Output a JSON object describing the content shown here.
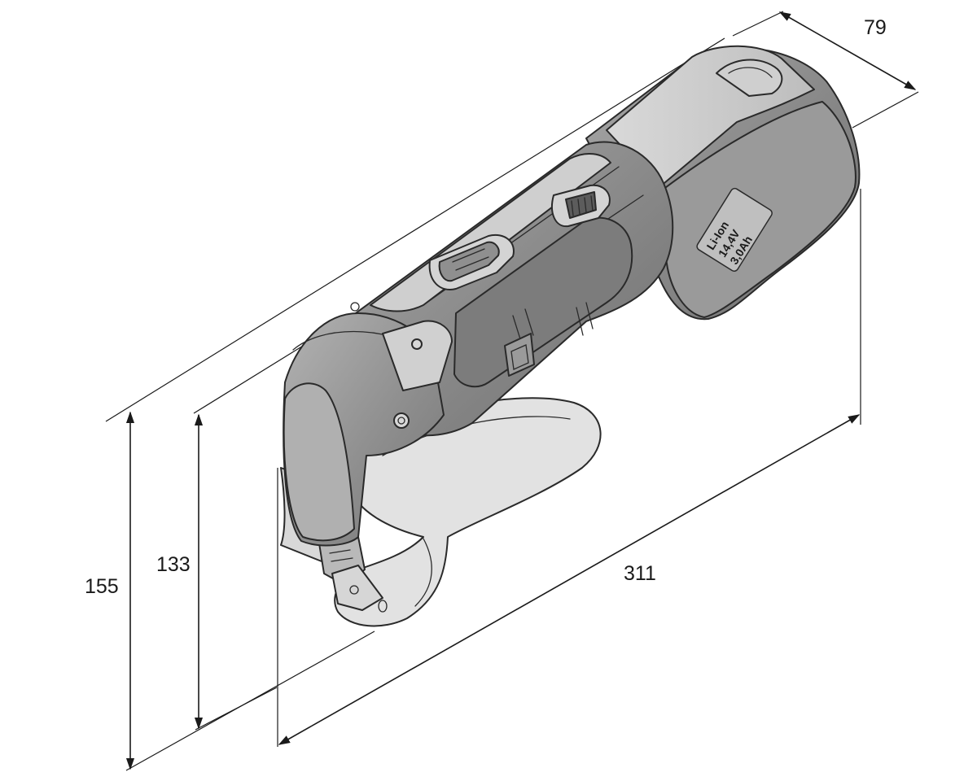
{
  "drawing": {
    "dimensions": {
      "width": "79",
      "length": "311",
      "height_total": "155",
      "height_body": "133"
    },
    "battery": {
      "type_label": "Li-Ion",
      "voltage_label": "14,4V",
      "capacity_label": "3,0Ah"
    },
    "colors": {
      "housing": "#8a8a8a",
      "housing_light": "#c9c9c9",
      "shoe": "#e4e4e4",
      "line": "#1a1a1a"
    }
  }
}
